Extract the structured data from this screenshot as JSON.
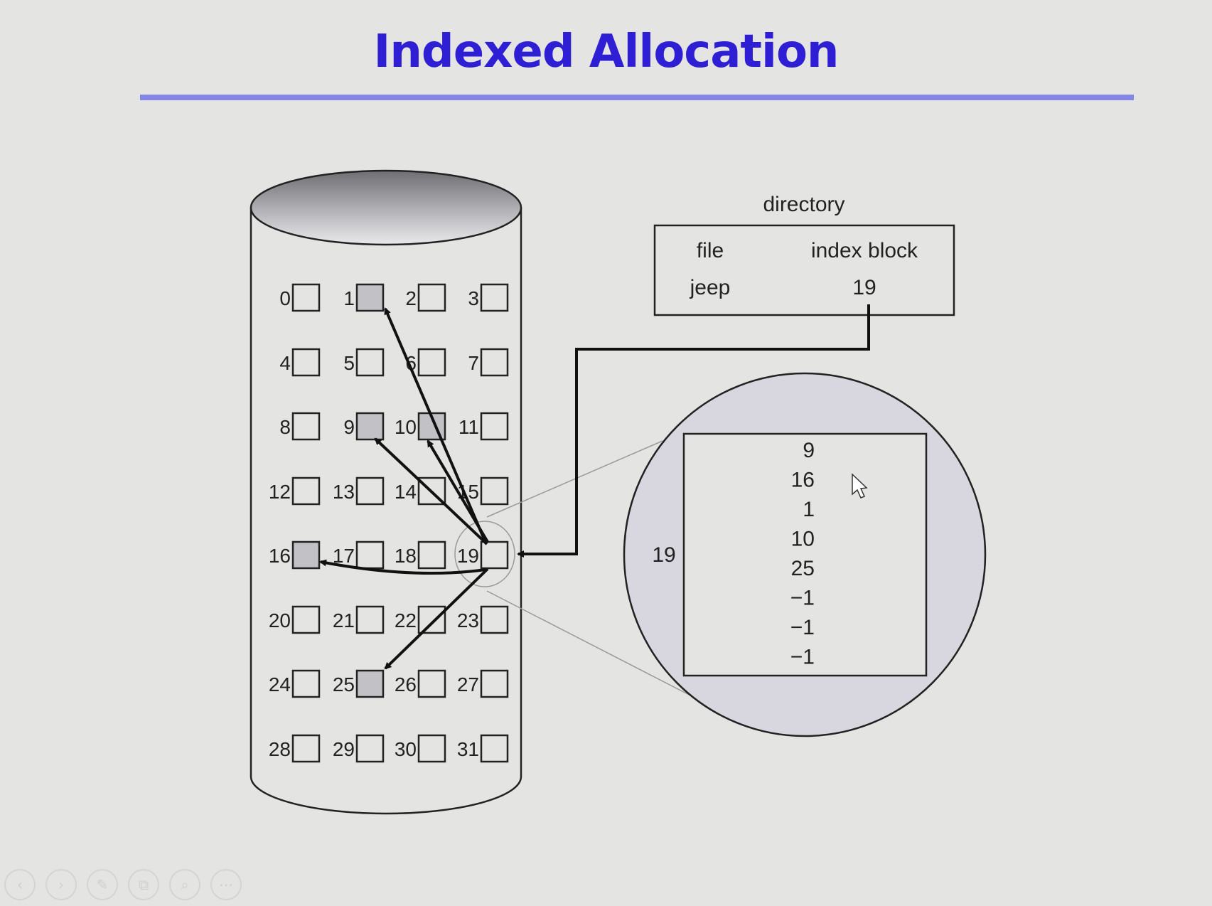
{
  "slide": {
    "title": "Indexed Allocation"
  },
  "disk": {
    "block_count": 32,
    "used_blocks": [
      1,
      9,
      10,
      16,
      25
    ],
    "index_block": 19
  },
  "directory": {
    "caption": "directory",
    "col_file": "file",
    "col_index_block": "index block",
    "entry_file": "jeep",
    "entry_index_block": "19"
  },
  "index_block_view": {
    "label": "19",
    "entries": [
      "9",
      "16",
      "1",
      "10",
      "25",
      "−1",
      "−1",
      "−1"
    ]
  },
  "nav_toolbar": {
    "icons": [
      "previous-icon",
      "next-icon",
      "pen-icon",
      "copy-icon",
      "zoom-icon",
      "more-icon"
    ],
    "glyphs": [
      "‹",
      "›",
      "✎",
      "⧉",
      "⌕",
      "⋯"
    ]
  },
  "colors": {
    "title": "#2e1fd4",
    "rule": "#8585e6",
    "used_block_fill": "#c2c2c6",
    "zoom_fill": "#d8d6de"
  }
}
